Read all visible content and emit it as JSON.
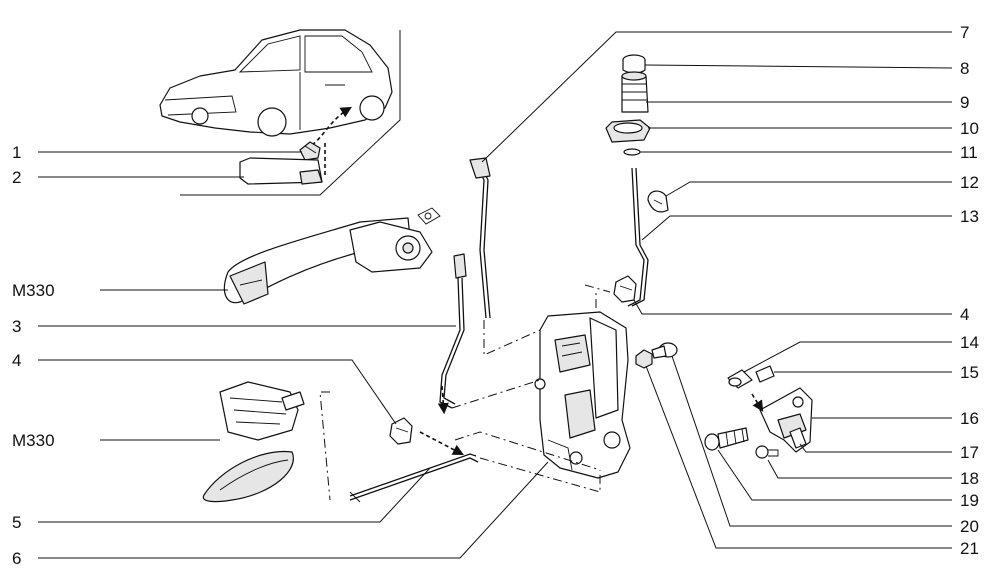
{
  "labels": {
    "c1": "1",
    "c2": "2",
    "c3": "3",
    "c4_left": "4",
    "c4_right": "4",
    "c5": "5",
    "c6": "6",
    "c7": "7",
    "c8": "8",
    "c9": "9",
    "c10": "10",
    "c11": "11",
    "c12": "12",
    "c13": "13",
    "c14": "14",
    "c15": "15",
    "c16": "16",
    "c17": "17",
    "c18": "18",
    "c19": "19",
    "c20": "20",
    "c21": "21",
    "m330_top": "M330",
    "m330_bottom": "M330"
  },
  "colors": {
    "ink": "#111111",
    "paper": "#ffffff",
    "shade": "#e6e6e6",
    "dark": "#9a9a9a"
  }
}
